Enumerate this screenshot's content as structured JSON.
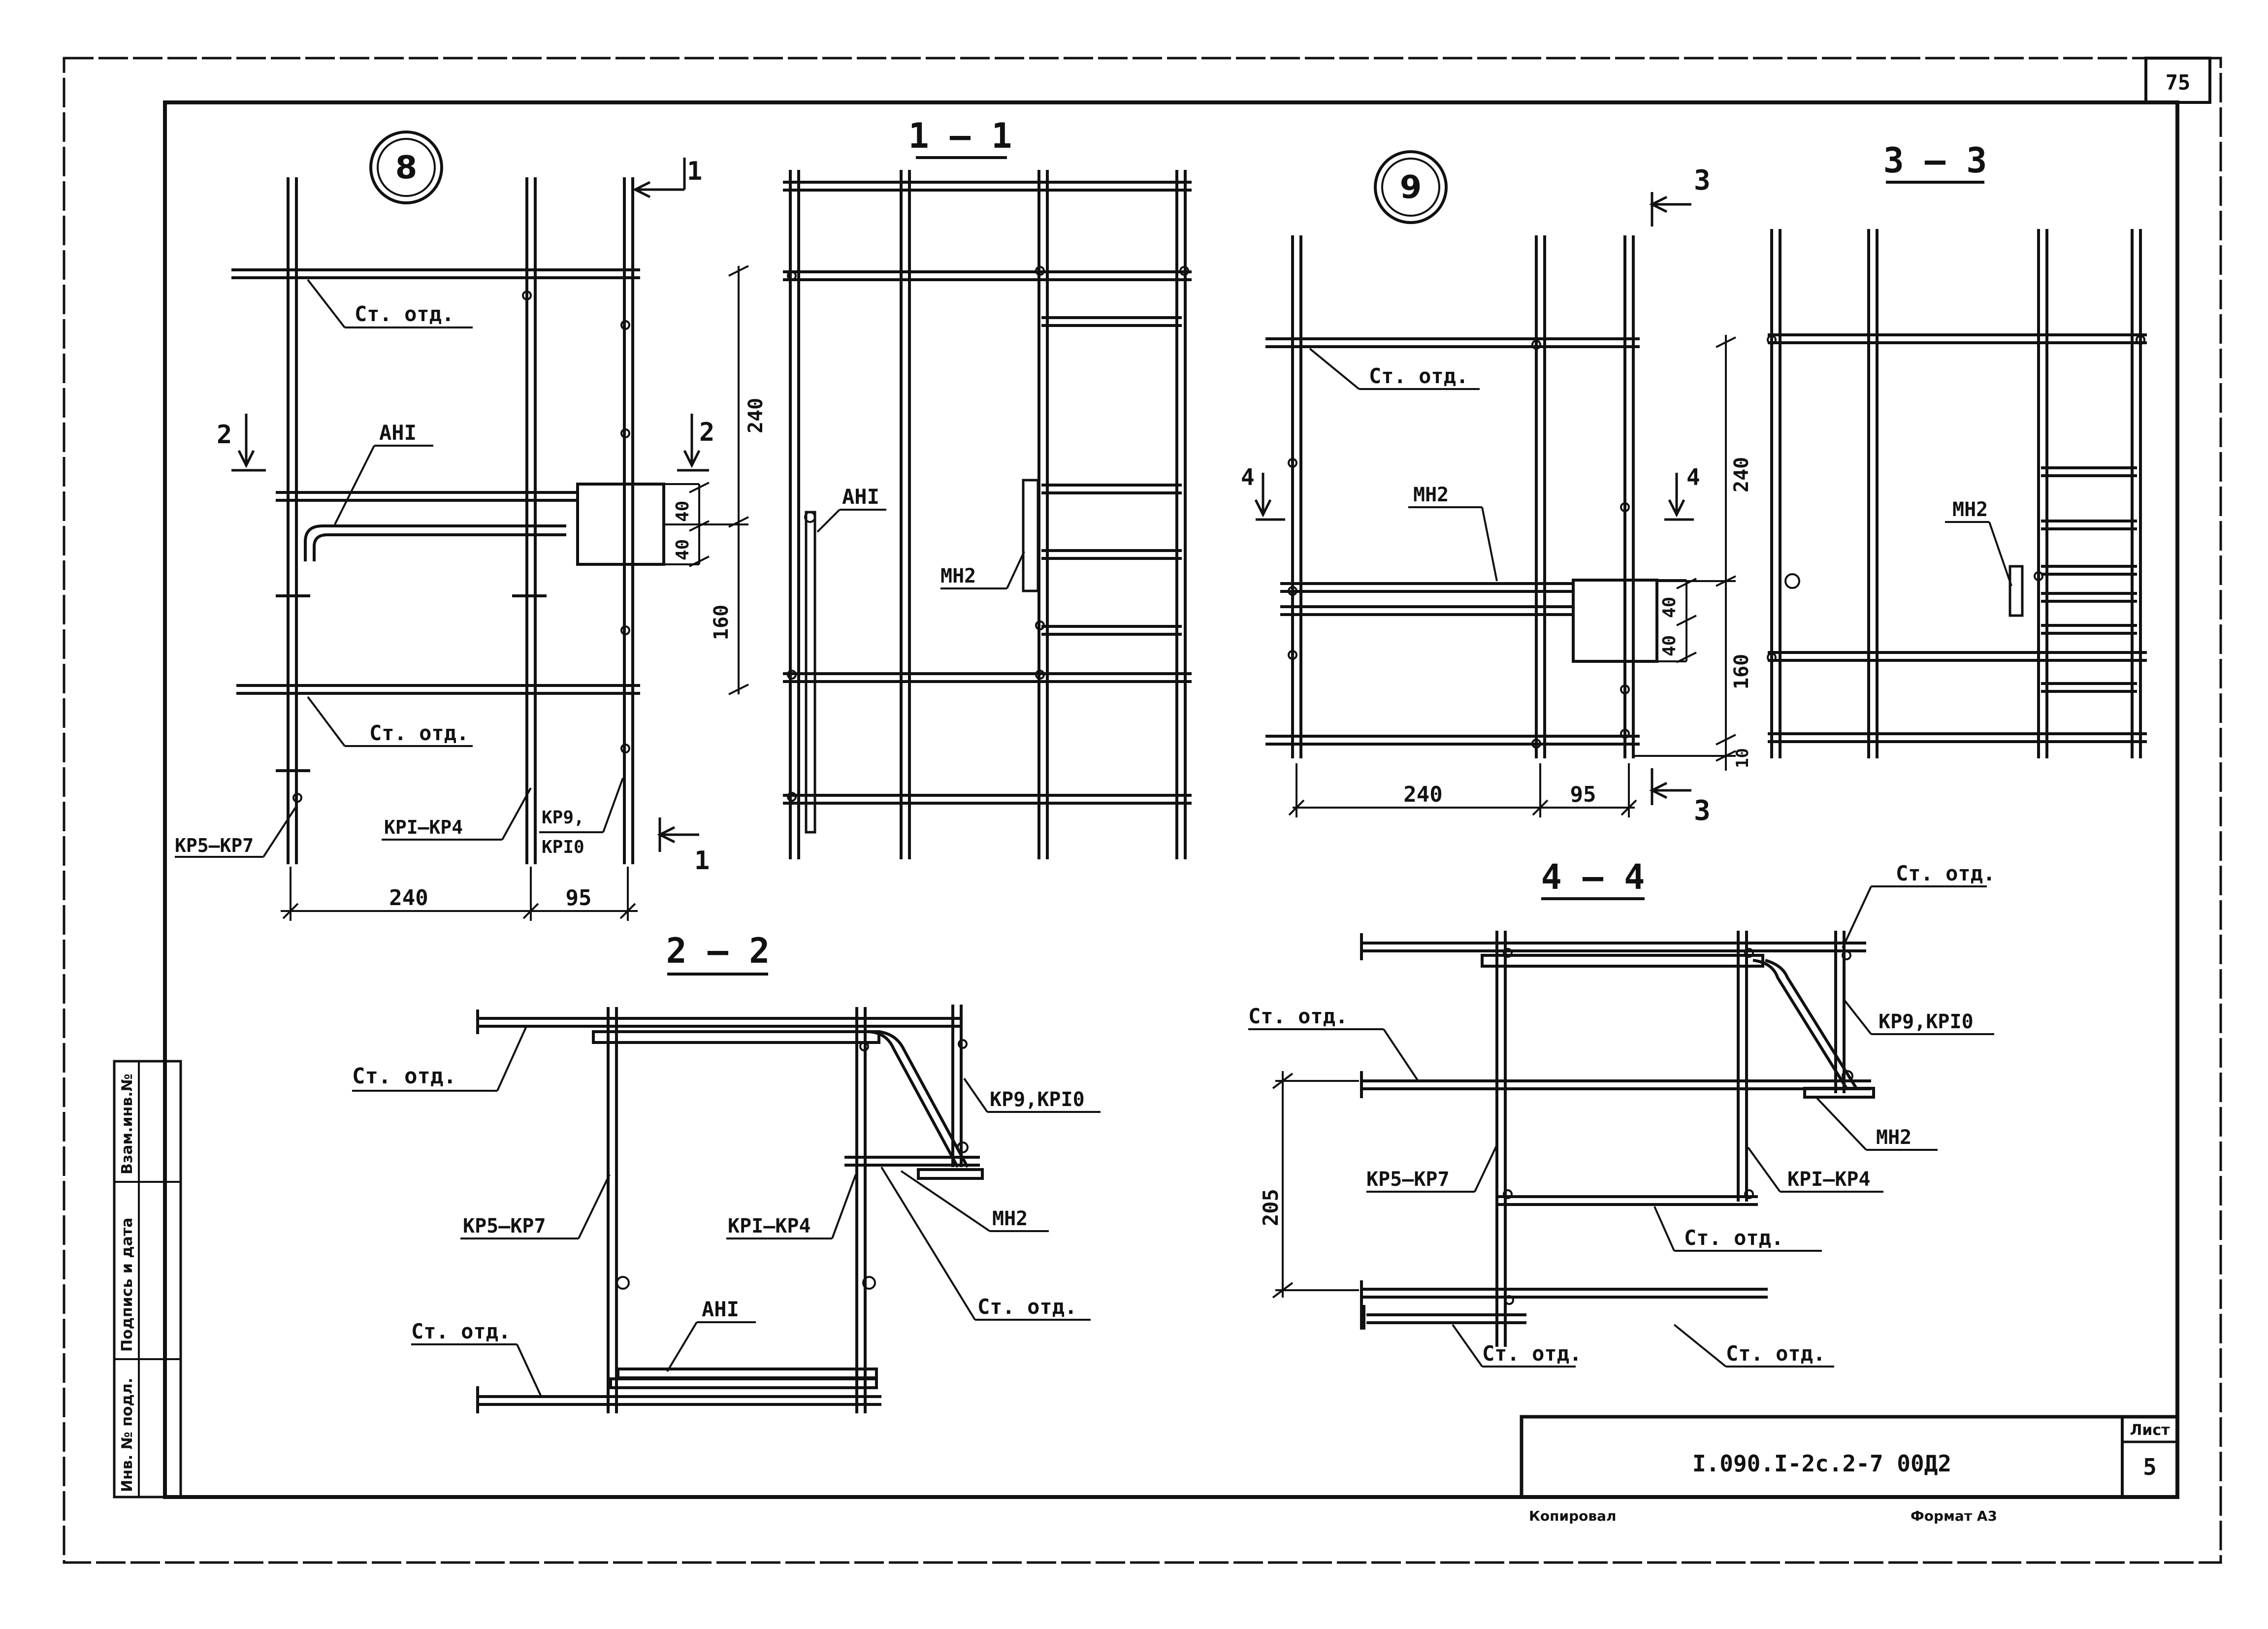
{
  "sheet": {
    "page_number": "75",
    "code": "I.090.I-2c.2-7 00Д2",
    "list_label": "Лист",
    "list_number": "5",
    "copied": "Копировал",
    "format": "Формат А3",
    "side_stamp": [
      "Инв. № подл.",
      "Подпись и дата",
      "Взам.инв.№"
    ]
  },
  "node8": {
    "number": "8",
    "cut_1": "1",
    "cut_2": "2",
    "label_st_top": "Ст. отд.",
    "label_st_bottom": "Ст. отд.",
    "label_an": "АНI",
    "label_kr5": "КР5–КР7",
    "label_kr1": "КРI–КР4",
    "label_kr9": "КР9,",
    "label_kr10": "КРI0",
    "dim_240_v": "240",
    "dim_160_v": "160",
    "dim_40a": "40",
    "dim_40b": "40",
    "dim_240_h": "240",
    "dim_95_h": "95"
  },
  "section11": {
    "title": "1 – 1",
    "label_an": "АНI",
    "label_mn": "МН2"
  },
  "node9": {
    "number": "9",
    "cut_3": "3",
    "cut_4": "4",
    "label_st": "Ст. отд.",
    "label_mn": "МН2",
    "dim_240_v": "240",
    "dim_160_v": "160",
    "dim_10_v": "10",
    "dim_40a": "40",
    "dim_40b": "40",
    "dim_240_h": "240",
    "dim_95_h": "95"
  },
  "section33": {
    "title": "3 – 3",
    "label_mn": "МН2"
  },
  "section22": {
    "title": "2 – 2",
    "label_st_top": "Ст. отд.",
    "label_kr9": "КР9,КРI0",
    "label_kr5": "КР5–КР7",
    "label_kr1": "КРI–КР4",
    "label_mn": "МН2",
    "label_st_bot_left": "Ст. отд.",
    "label_an": "АНI",
    "label_st_bot_right": "Ст. отд."
  },
  "section44": {
    "title": "4 – 4",
    "label_st_topright": "Ст. отд.",
    "label_st_topleft": "Ст. отд.",
    "label_kr9": "КР9,КРI0",
    "label_mn": "МН2",
    "label_kr5": "КР5–КР7",
    "label_kr1": "КРI–КР4",
    "label_st_mid": "Ст. отд.",
    "label_st_botleft": "Ст. отд.",
    "label_st_botright": "Ст. отд.",
    "dim_205": "205"
  }
}
